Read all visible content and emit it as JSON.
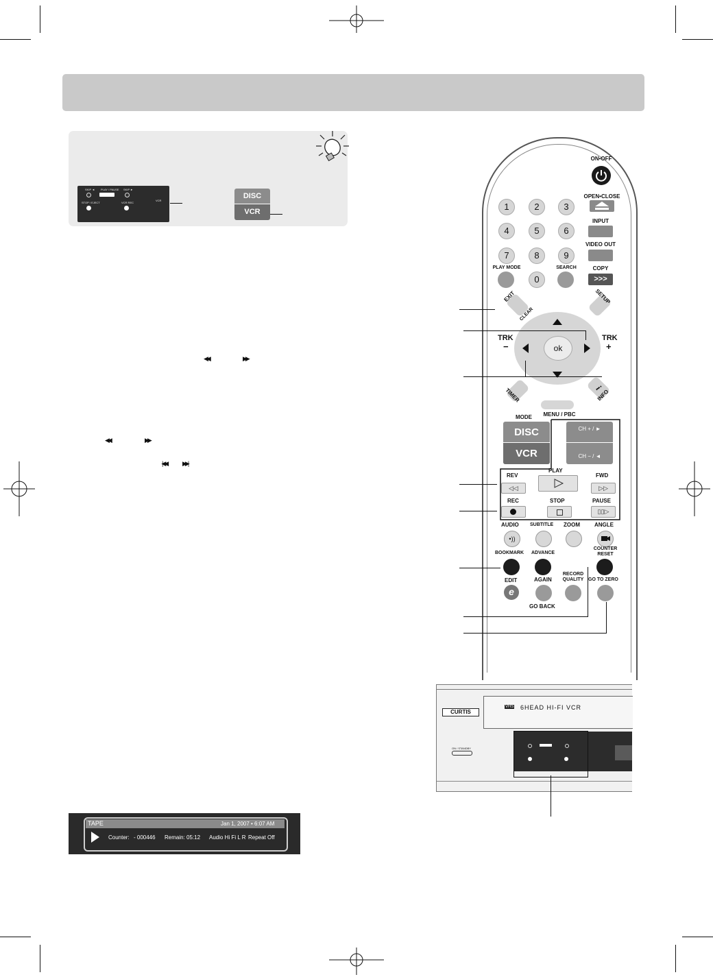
{
  "tip_panel": {
    "labels": [
      "SKIP ◄",
      "PLAY / PAUSE",
      "SKIP ►",
      "STOP / EJECT",
      "VCR REC",
      "VCR"
    ],
    "switch_top": "DISC",
    "switch_bottom": "VCR"
  },
  "remote": {
    "power_label": "ON•OFF",
    "open_close_label": "OPEN•CLOSE",
    "numbers": [
      "1",
      "2",
      "3",
      "4",
      "5",
      "6",
      "7",
      "8",
      "9",
      "0"
    ],
    "input_label": "INPUT",
    "video_out_label": "VIDEO OUT",
    "play_mode_label": "PLAY MODE",
    "search_label": "SEARCH",
    "copy_label": "COPY",
    "copy_symbol": ">>>",
    "exit_label": "EXIT",
    "clear_label": "CLEAR",
    "setup_label": "SETUP",
    "trk_label": "TRK",
    "trk_minus": "−",
    "trk_plus": "+",
    "ok_label": "ok",
    "timer_label": "TIMER",
    "info_label": "INFO",
    "info_symbol": "i",
    "menu_label": "MENU / PBC",
    "mode_label": "MODE",
    "mode_top": "DISC",
    "mode_bottom": "VCR",
    "ch_up": "CH + / ►",
    "ch_down": "CH − / ◄",
    "play_label": "PLAY",
    "rev_label": "REV",
    "fwd_label": "FWD",
    "rec_label": "REC",
    "stop_label": "STOP",
    "pause_label": "PAUSE",
    "audio_label": "AUDIO",
    "subtitle_label": "SUBTITLE",
    "zoom_label": "ZOOM",
    "angle_label": "ANGLE",
    "bookmark_label": "BOOKMARK",
    "advance_label": "ADVANCE",
    "counter_reset_label": "COUNTER RESET",
    "edit_label": "EDIT",
    "edit_symbol": "e",
    "again_label": "AGAIN",
    "record_quality_label": "RECORD QUALITY",
    "go_to_zero_label": "GO TO ZERO",
    "go_back_label": "GO BACK"
  },
  "vcr_front": {
    "brand": "CURTIS",
    "model_text": "6HEAD HI-FI VCR",
    "vhs_badge": "VHS",
    "standby_label": "ON / STANDBY"
  },
  "osd": {
    "source": "TAPE",
    "datetime": "Jan 1, 2007 • 6:07 AM",
    "counter_label": "Counter:",
    "counter_value": "- 000446",
    "remain_label": "Remain:",
    "remain_value": "05:12",
    "audio": "Audio Hi Fi L R",
    "repeat": "Repeat Off"
  },
  "colors": {
    "title_bar": "#c9c9c9",
    "tip_box": "#ebebeb",
    "panel_dark": "#2c2c2c"
  }
}
